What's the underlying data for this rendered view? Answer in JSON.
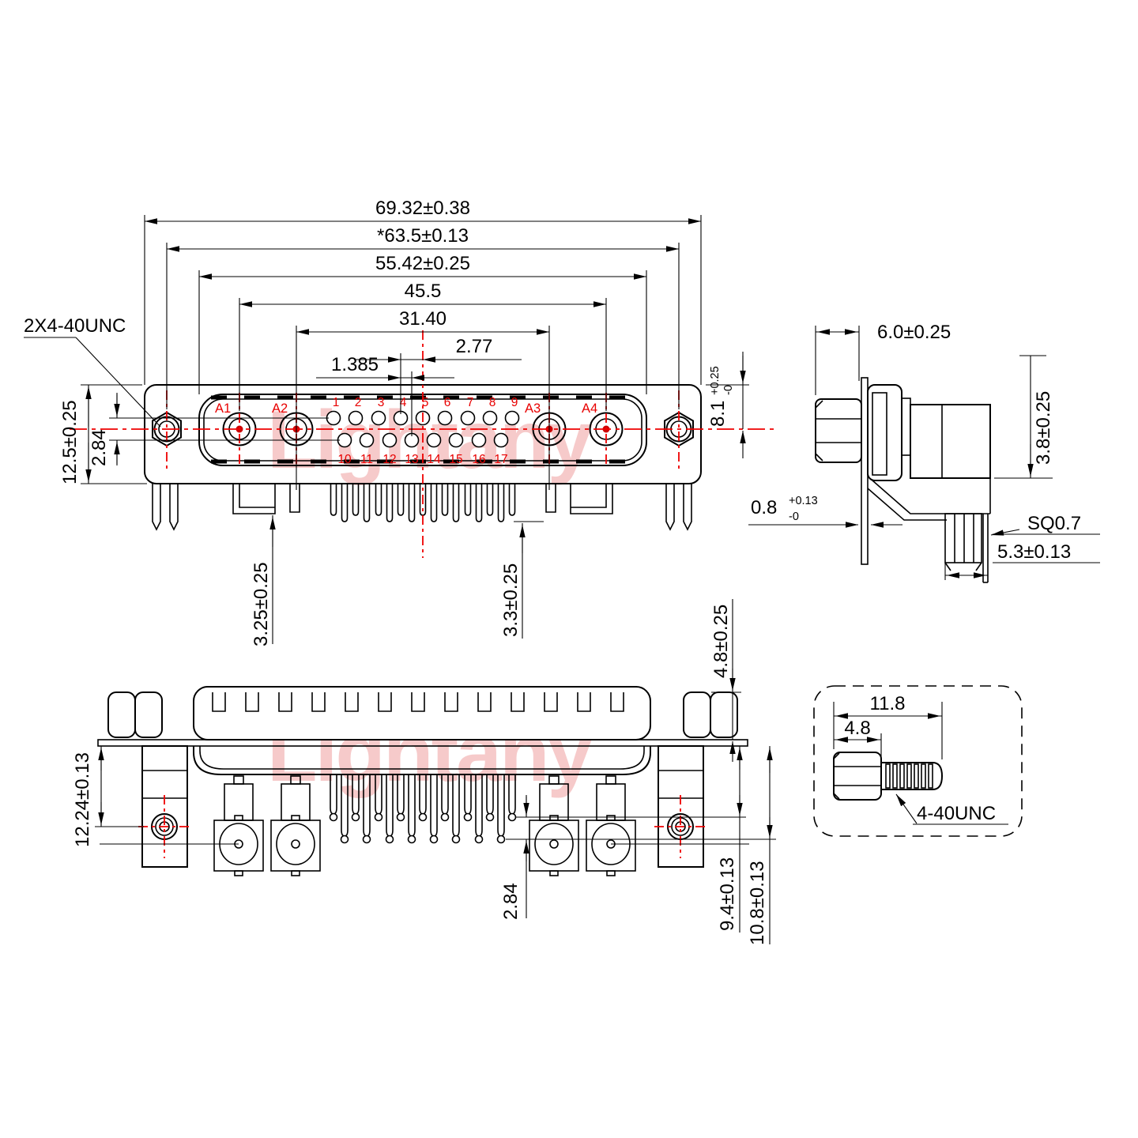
{
  "watermark": {
    "text": "Lightany"
  },
  "front": {
    "thread_label": "2X4-40UNC",
    "dims": [
      "69.32±0.38",
      "*63.5±0.13",
      "55.42±0.25",
      "45.5",
      "31.40",
      "2.77",
      "1.385"
    ],
    "flange_height": "12.5±0.25",
    "row_spacing": "2.84",
    "shell_height": {
      "value": "8.1",
      "plus": "+0.25",
      "minus": "-0"
    },
    "coax_leg": "3.25±0.25",
    "pin_leg": "3.3±0.25",
    "coax": [
      "A1",
      "A2",
      "A3",
      "A4"
    ],
    "pins_top": [
      "1",
      "2",
      "3",
      "4",
      "5",
      "6",
      "7",
      "8",
      "9"
    ],
    "pins_bottom": [
      "10",
      "11",
      "12",
      "13",
      "14",
      "15",
      "16",
      "17"
    ]
  },
  "side": {
    "depth": "6.0±0.25",
    "standoff": "3.8±0.25",
    "flange_thickness": {
      "value": "0.8",
      "plus": "+0.13",
      "minus": "-0"
    },
    "pin_square": "SQ0.7",
    "pin_offset": "5.3±0.13"
  },
  "bottom": {
    "bracket_height": "12.24±0.13",
    "nut_height": "4.8±0.25",
    "row_stagger": "2.84",
    "row1_depth": "9.4±0.13",
    "row2_depth": "10.8±0.13"
  },
  "screw": {
    "total_length": "11.8",
    "head_length": "4.8",
    "thread": "4-40UNC"
  }
}
